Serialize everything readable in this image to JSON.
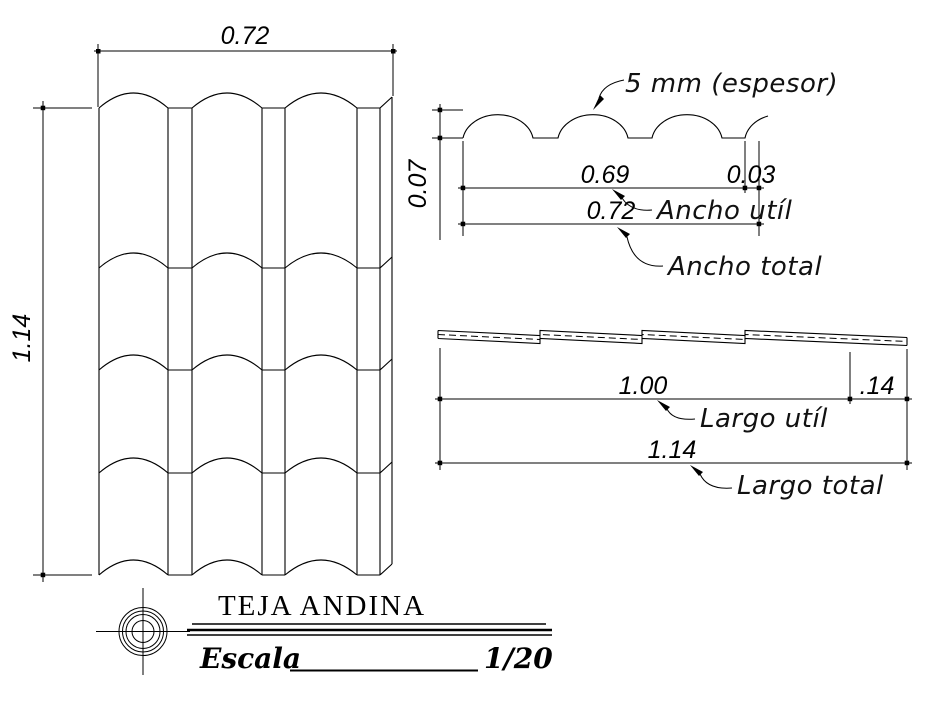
{
  "colors": {
    "background": "#ffffff",
    "line": "#000000"
  },
  "title_block": {
    "title": "TEJA ANDINA",
    "scale_label": "Escala",
    "scale_value": "1/20"
  },
  "plan_view": {
    "width": "0.72",
    "height": "1.14"
  },
  "profile_view": {
    "thickness_note": "5 mm (espesor)",
    "wave_height": "0.07",
    "useful_width": "0.69",
    "side_lap": "0.03",
    "total_width": "0.72",
    "useful_width_label": "Ancho utíl",
    "total_width_label": "Ancho total"
  },
  "section_view": {
    "useful_length": "1.00",
    "end_lap": ".14",
    "total_length": "1.14",
    "useful_length_label": "Largo utíl",
    "total_length_label": "Largo total"
  }
}
